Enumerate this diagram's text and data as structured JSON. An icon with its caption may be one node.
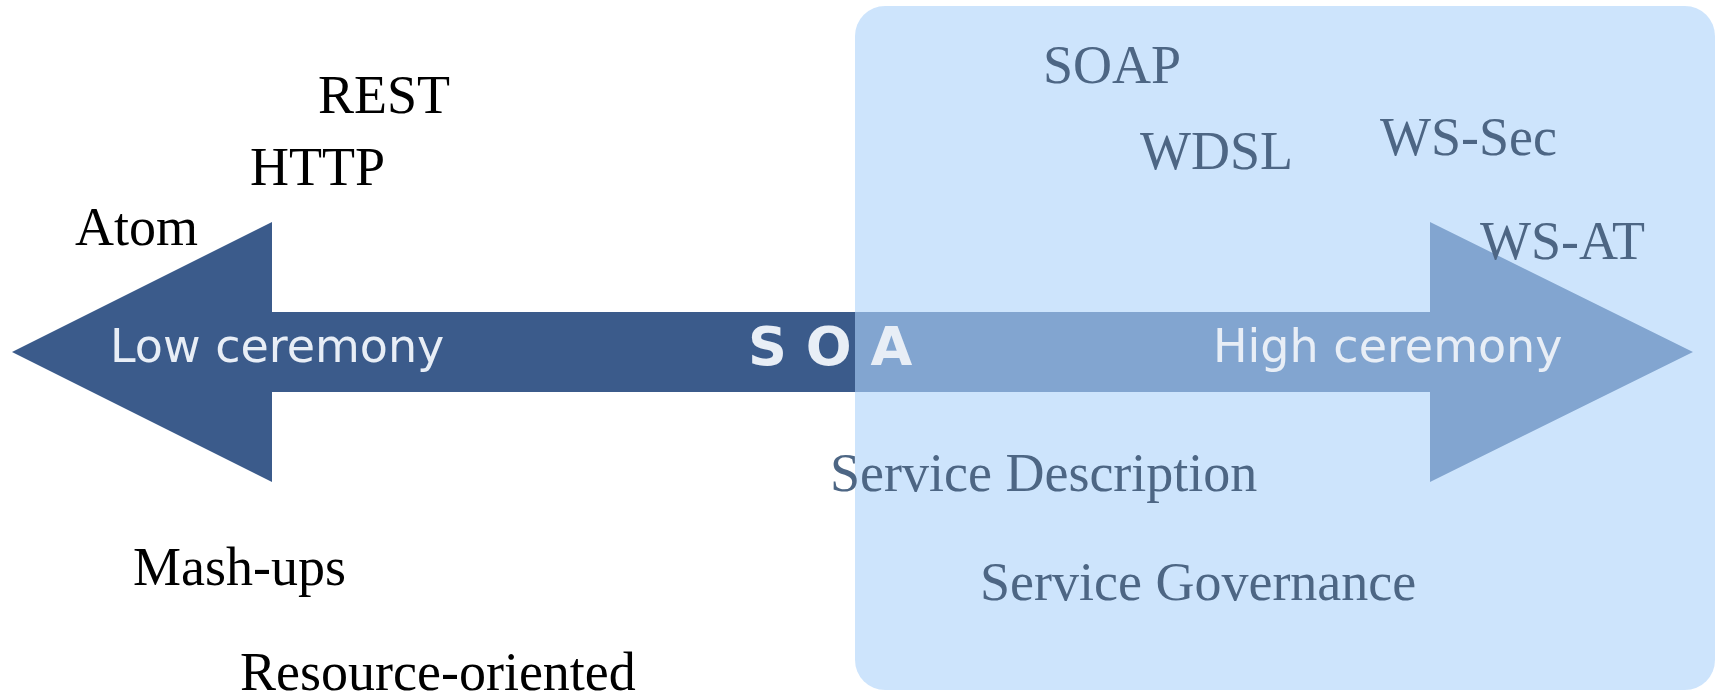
{
  "diagram": {
    "labels": [
      "SOAP",
      "REST",
      "WDSL",
      "WS-Sec",
      "HTTP",
      "Atom",
      "WS-AT",
      "Low ceremony",
      "S O A",
      "High ceremony",
      "Service Description",
      "Mash-ups",
      "Service Governance",
      "Resource-oriented"
    ]
  }
}
